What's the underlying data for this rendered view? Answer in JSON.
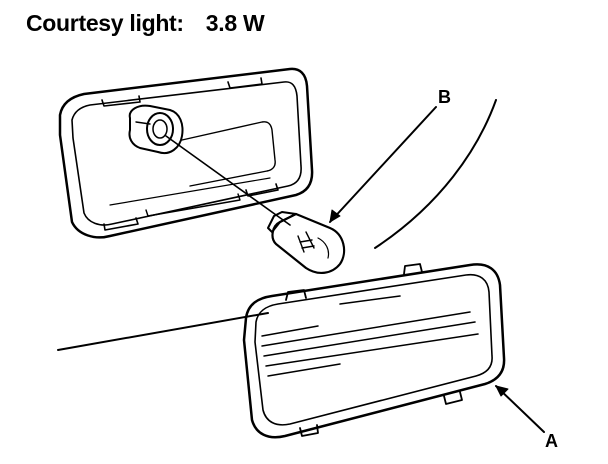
{
  "caption": {
    "label": "Courtesy light:",
    "value": "3.8 W"
  },
  "callouts": {
    "a": "A",
    "b": "B"
  }
}
